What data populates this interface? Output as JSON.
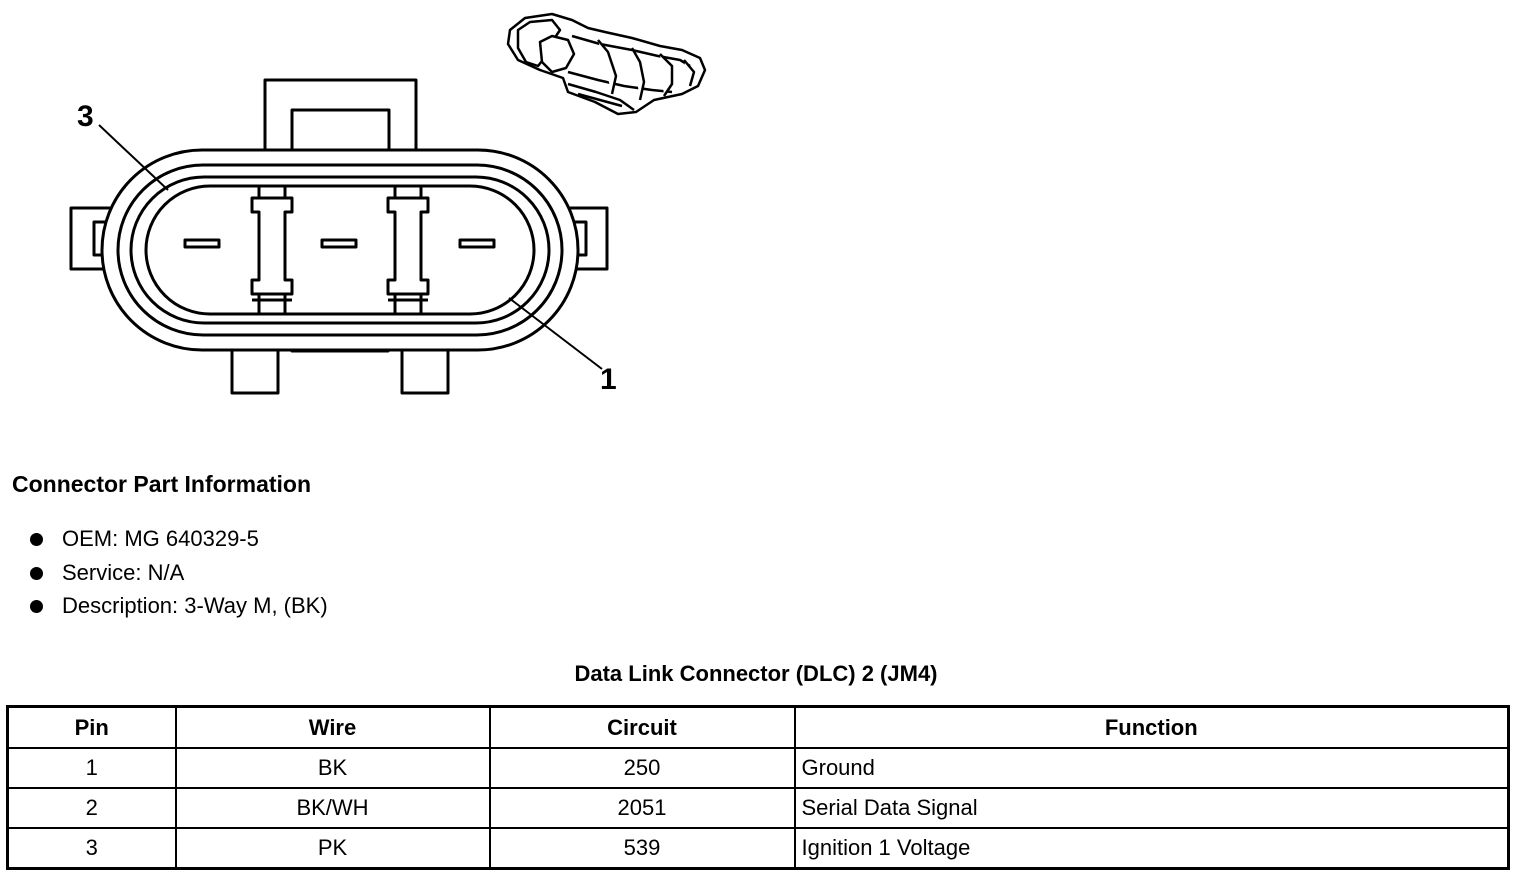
{
  "diagram": {
    "callouts": [
      {
        "id": "3",
        "label": "3"
      },
      {
        "id": "1",
        "label": "1"
      }
    ],
    "icons": [
      "connector-face-drawing",
      "connector-3d-icon"
    ]
  },
  "part_info": {
    "title": "Connector Part Information",
    "items": [
      "OEM: MG 640329-5",
      "Service: N/A",
      "Description: 3-Way M, (BK)"
    ]
  },
  "table": {
    "title": "Data Link Connector (DLC) 2 (JM4)",
    "headers": [
      "Pin",
      "Wire",
      "Circuit",
      "Function"
    ],
    "rows": [
      [
        "1",
        "BK",
        "250",
        "Ground"
      ],
      [
        "2",
        "BK/WH",
        "2051",
        "Serial Data Signal"
      ],
      [
        "3",
        "PK",
        "539",
        "Ignition 1 Voltage"
      ]
    ]
  }
}
